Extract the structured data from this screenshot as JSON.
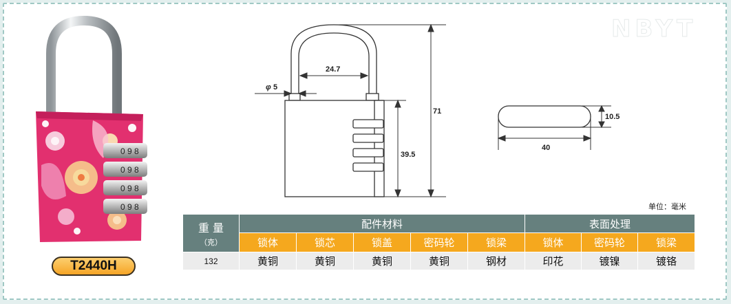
{
  "brand_watermark": "NBYT",
  "model": "T2440H",
  "unit_note": "单位：毫米",
  "dimensions": {
    "shackle_diameter": "5",
    "diameter_symbol": "φ",
    "shackle_inner_width": "24.7",
    "overall_height": "71",
    "body_height": "39.5",
    "profile_thickness": "10.5",
    "profile_width": "40"
  },
  "spec_table": {
    "weight_label": "重 量",
    "weight_unit": "（克）",
    "group_materials": "配件材料",
    "group_surface": "表面处理",
    "material_columns": [
      "锁体",
      "锁芯",
      "锁盖",
      "密码轮",
      "锁梁"
    ],
    "surface_columns": [
      "锁体",
      "密码轮",
      "锁梁"
    ],
    "weight_value": "132",
    "material_values": [
      "黄铜",
      "黄铜",
      "黄铜",
      "黄铜",
      "钢材"
    ],
    "surface_values": [
      "印花",
      "镀镍",
      "镀铬"
    ]
  },
  "colors": {
    "header_bg": "#66807e",
    "subheader_bg": "#f5a81e",
    "row_bg": "#ececec",
    "frame_border": "#9fc8c4",
    "lock_body": "#e2306f"
  }
}
